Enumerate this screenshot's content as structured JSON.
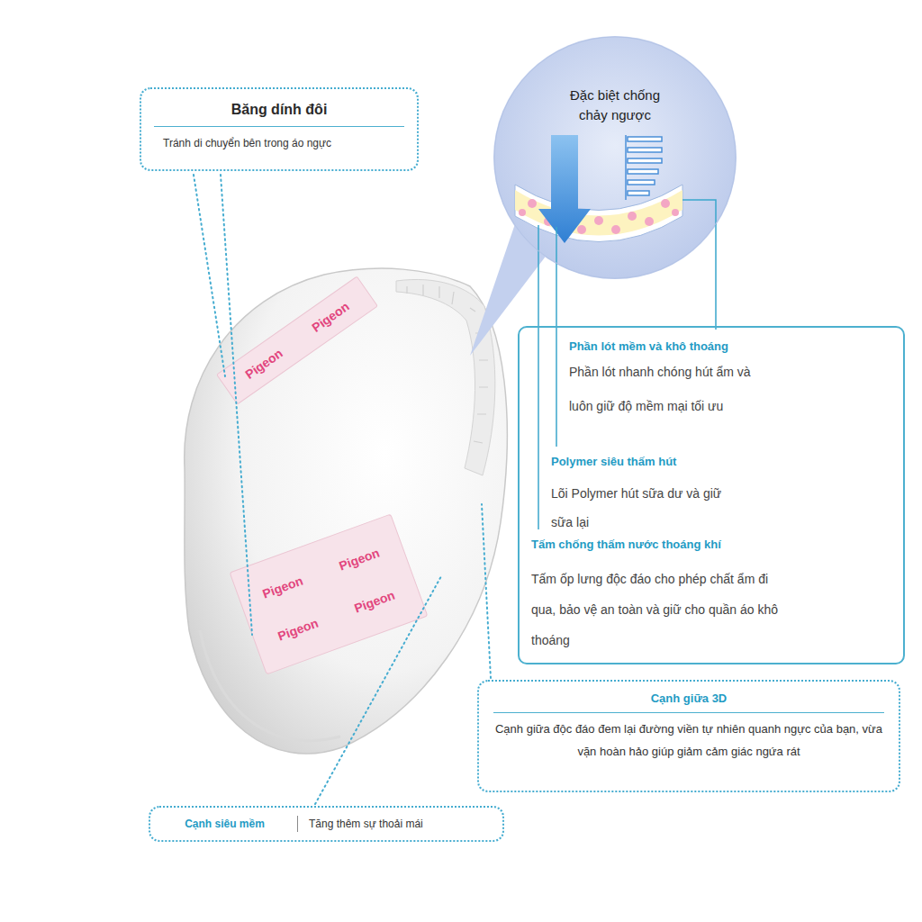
{
  "diagram": {
    "nodes": [
      {
        "text": [
          "Băng dính đôi",
          "Tránh di chuyển bên trong áo ngực"
        ]
      },
      {
        "text": [
          "Đặc biệt chống chảy ngược"
        ]
      },
      {
        "text": [
          "Phần lót mềm và khô thoáng",
          "Phần lót nhanh chóng hút ẩm và luôn giữ độ mềm mại tối ưu",
          "Polymer siêu thấm hút",
          "Lõi Polymer hút sữa dư và giữ sữa lại",
          "Tấm chống thấm nước thoáng khí",
          "Tấm ốp lưng độc đáo cho phép chất ẩm đi qua, bảo vệ an toàn và giữ cho quần áo khô thoáng"
        ]
      },
      {
        "text": [
          "Cạnh giữa 3D",
          "Cạnh giữa độc đáo đem lại đường viền tự nhiên quanh ngực của bạn, vừa vặn hoàn hảo giúp giảm cảm giác ngứa rát"
        ]
      },
      {
        "text": [
          "Cạnh siêu mềm",
          "Tăng thêm sự thoải mái"
        ]
      }
    ],
    "labels": [
      "Pigeon",
      "Pigeon",
      "Pigeon",
      "Pigeon",
      "Pigeon",
      "Pigeon"
    ]
  }
}
